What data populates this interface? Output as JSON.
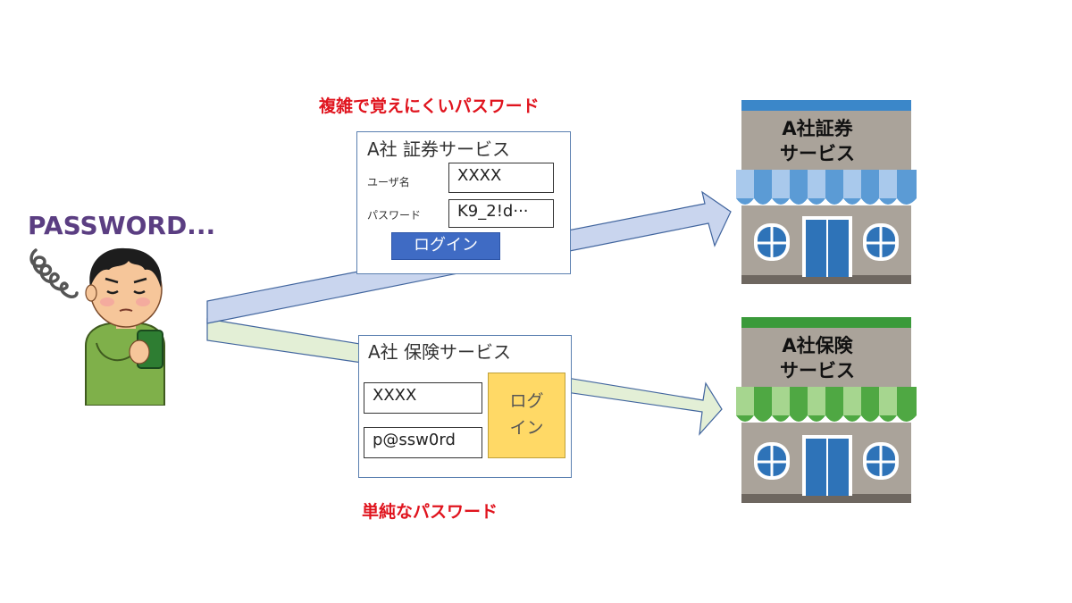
{
  "captions": {
    "complex": "複雑で覚えにくいパスワード",
    "simple": "単純なパスワード"
  },
  "person": {
    "thought": "PASSWORD..."
  },
  "securities_form": {
    "title": "A社 証券サービス",
    "username_label": "ユーザ名",
    "username_value": "XXXX",
    "password_label": "パスワード",
    "password_value": "K9_2!d···",
    "login_button": "ログイン"
  },
  "insurance_form": {
    "title": "A社 保険サービス",
    "username_value": "XXXX",
    "password_value": "p@ssw0rd",
    "login_line1": "ログ",
    "login_line2": "イン"
  },
  "stores": {
    "securities_sign": "A社証券\nサービス",
    "insurance_sign": "A社保険\nサービス"
  },
  "colors": {
    "caption_red": "#e0141e",
    "arrow_blue": "#c9d5ee",
    "arrow_green": "#e3efd6",
    "awning_blue": "#5b9bd5",
    "awning_green": "#4fa843",
    "login_blue": "#3f6bc4",
    "login_yellow": "#ffd966"
  }
}
